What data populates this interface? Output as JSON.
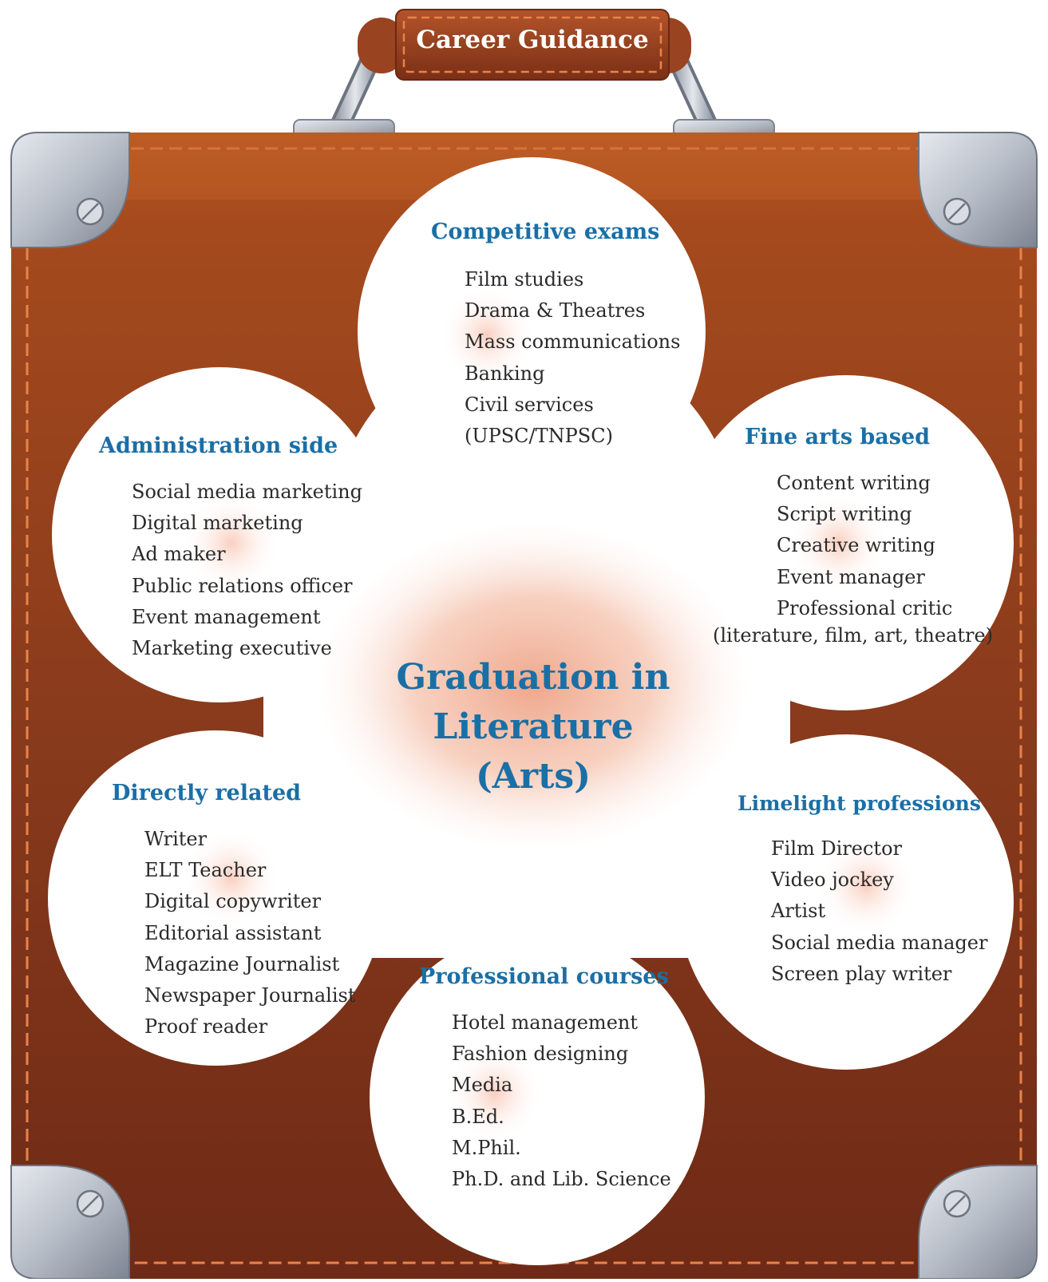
{
  "title": "Career Guidance",
  "center": {
    "line1": "Graduation in",
    "line2": "Literature",
    "line3": "(Arts)"
  },
  "colors": {
    "case": "#8a3b1c",
    "heading": "#1a6fa6",
    "stitch": "#e8834a",
    "metal": "#b7bdc7"
  },
  "petals": {
    "competitive": {
      "heading": "Competitive exams",
      "items": [
        "Film studies",
        "Drama & Theatres",
        "Mass communications",
        "Banking",
        "Civil services",
        "(UPSC/TNPSC)"
      ]
    },
    "administration": {
      "heading": "Administration side",
      "items": [
        "Social media marketing",
        "Digital marketing",
        "Ad maker",
        "Public relations officer",
        "Event management",
        "Marketing executive"
      ]
    },
    "fine_arts": {
      "heading": "Fine arts based",
      "items": [
        "Content writing",
        "Script writing",
        "Creative writing",
        "Event manager",
        "Professional critic",
        "(literature, film, art, theatre)"
      ]
    },
    "directly": {
      "heading": "Directly related",
      "items": [
        "Writer",
        "ELT Teacher",
        "Digital copywriter",
        "Editorial assistant",
        "Magazine Journalist",
        "Newspaper Journalist",
        "Proof reader"
      ]
    },
    "limelight": {
      "heading": "Limelight professions",
      "items": [
        "Film Director",
        "Video jockey",
        "Artist",
        "Social media manager",
        "Screen play writer"
      ]
    },
    "professional": {
      "heading": "Professional courses",
      "items": [
        "Hotel management",
        "Fashion designing",
        "Media",
        "B.Ed.",
        "M.Phil.",
        "Ph.D. and Lib. Science"
      ]
    }
  }
}
